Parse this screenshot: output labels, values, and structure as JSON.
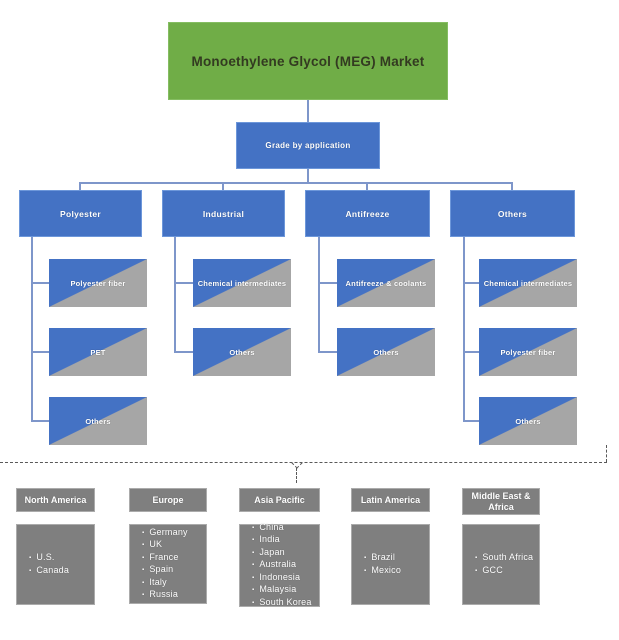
{
  "root": {
    "label": "Monoethylene Glycol (MEG) Market"
  },
  "grade": {
    "label": "Grade by application"
  },
  "branches": [
    {
      "label": "Polyester",
      "children": [
        "Polyester fiber",
        "PET",
        "Others"
      ]
    },
    {
      "label": "Industrial",
      "children": [
        "Chemical intermediates",
        "Others"
      ]
    },
    {
      "label": "Antifreeze",
      "children": [
        "Antifreeze & coolants",
        "Others"
      ]
    },
    {
      "label": "Others",
      "children": [
        "Chemical intermediates",
        "Polyester fiber",
        "Others"
      ]
    }
  ],
  "regions": [
    {
      "label": "North America",
      "countries": [
        "U.S.",
        "Canada"
      ]
    },
    {
      "label": "Europe",
      "countries": [
        "Germany",
        "UK",
        "France",
        "Spain",
        "Italy",
        "Russia"
      ]
    },
    {
      "label": "Asia Pacific",
      "countries": [
        "China",
        "India",
        "Japan",
        "Australia",
        "Indonesia",
        "Malaysia",
        "South Korea"
      ]
    },
    {
      "label": "Latin America",
      "countries": [
        "Brazil",
        "Mexico"
      ]
    },
    {
      "label": "Middle East & Africa",
      "countries": [
        "South Africa",
        "GCC"
      ]
    }
  ],
  "colors": {
    "green": "#70AD47",
    "blue": "#4472C4",
    "leafgray": "#A6A6A6",
    "region": "#7F7F7F",
    "connector": "#7E96CA",
    "dash": "#595959",
    "roottext": "#333A21",
    "nodetext": "#FFFFFF"
  }
}
